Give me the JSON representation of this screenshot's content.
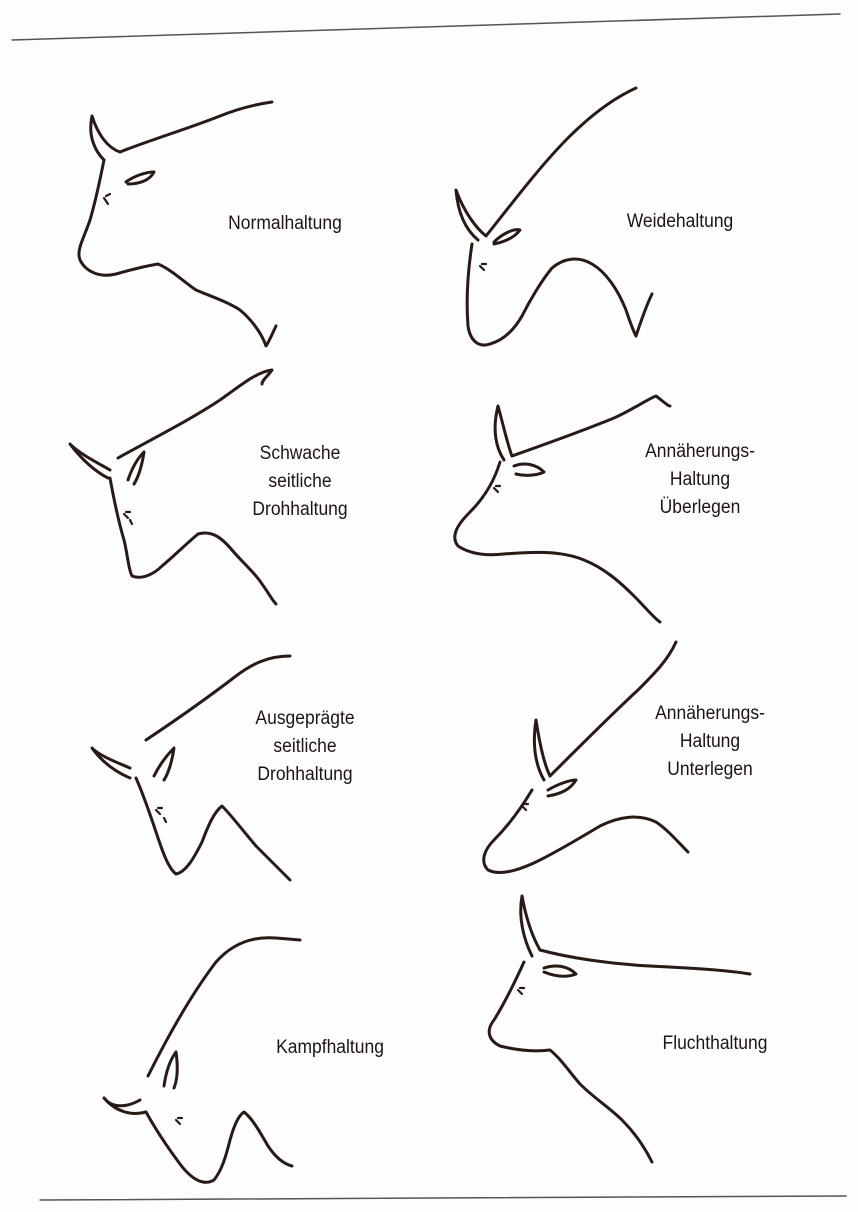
{
  "figure": {
    "panels": [
      {
        "id": "normal",
        "lines": [
          "Normalhaltung"
        ]
      },
      {
        "id": "grazing",
        "lines": [
          "Weidehaltung"
        ]
      },
      {
        "id": "weak-threat",
        "lines": [
          "Schwache",
          "seitliche",
          "Drohhaltung"
        ]
      },
      {
        "id": "approach-dominant",
        "lines": [
          "Annäherungs-",
          "Haltung",
          "Überlegen"
        ]
      },
      {
        "id": "strong-threat",
        "lines": [
          "Ausgeprägte",
          "seitliche",
          "Drohhaltung"
        ]
      },
      {
        "id": "approach-subordinate",
        "lines": [
          "Annäherungs-",
          "Haltung",
          "Unterlegen"
        ]
      },
      {
        "id": "fight",
        "lines": [
          "Kampfhaltung"
        ]
      },
      {
        "id": "flight",
        "lines": [
          "Fluchthaltung"
        ]
      }
    ]
  }
}
